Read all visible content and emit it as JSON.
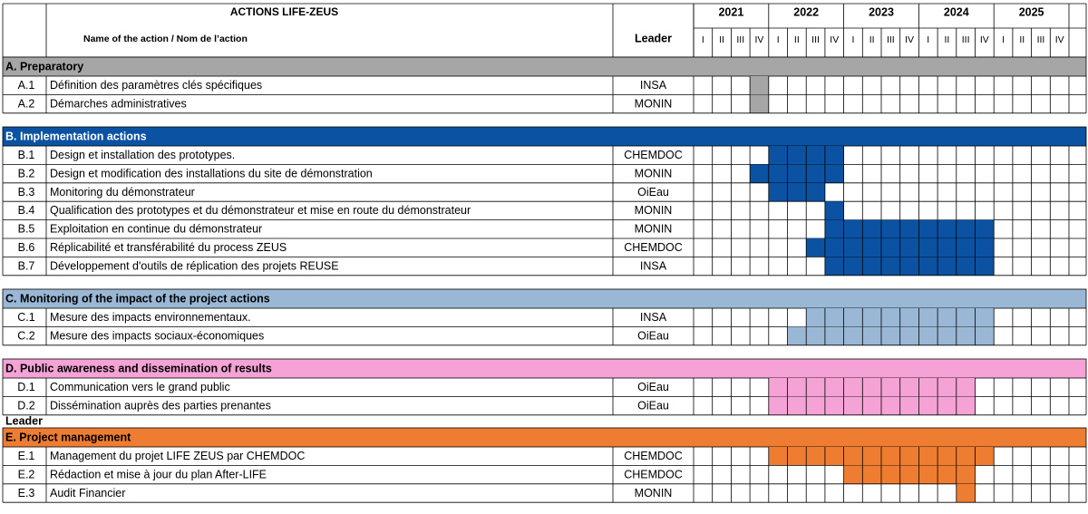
{
  "chart_data": {
    "type": "table",
    "title": "ACTIONS LIFE-ZEUS",
    "name_header": "Name of the action / Nom de l’action",
    "leader_header": "Leader",
    "years": [
      "2021",
      "2022",
      "2023",
      "2024",
      "2025"
    ],
    "quarter_labels": [
      "I",
      "II",
      "III",
      "IV"
    ],
    "stray_label": "Leader",
    "sections": [
      {
        "title": "A. Preparatory",
        "color": "#a6a6a6",
        "title_color": "#000000",
        "rows": [
          {
            "code": "A.1",
            "name": "Définition des paramètres clés spécifiques",
            "leader": "INSA",
            "spans": [
              [
                3,
                3
              ]
            ]
          },
          {
            "code": "A.2",
            "name": "Démarches administratives",
            "leader": "MONIN",
            "spans": [
              [
                3,
                3
              ]
            ]
          }
        ]
      },
      {
        "title": "B. Implementation actions",
        "color": "#0b52a3",
        "title_color": "#ffffff",
        "rows": [
          {
            "code": "B.1",
            "name": "Design et installation des prototypes.",
            "leader": "CHEMDOC",
            "spans": [
              [
                4,
                7
              ]
            ]
          },
          {
            "code": "B.2",
            "name": "Design et modification des installations du site de démonstration",
            "leader": "MONIN",
            "spans": [
              [
                3,
                7
              ]
            ]
          },
          {
            "code": "B.3",
            "name": "Monitoring du démonstrateur",
            "leader": "OiEau",
            "spans": [
              [
                4,
                6
              ]
            ]
          },
          {
            "code": "B.4",
            "name": "Qualification des prototypes et du démonstrateur et mise en route du démonstrateur",
            "leader": "MONIN",
            "spans": [
              [
                7,
                7
              ]
            ]
          },
          {
            "code": "B.5",
            "name": "Exploitation en continue du démonstrateur",
            "leader": "MONIN",
            "spans": [
              [
                7,
                15
              ]
            ]
          },
          {
            "code": "B.6",
            "name": "Réplicabilité et transférabilité du process ZEUS",
            "leader": "CHEMDOC",
            "spans": [
              [
                6,
                15
              ]
            ]
          },
          {
            "code": "B.7",
            "name": "Développement d'outils de réplication des projets REUSE",
            "leader": "INSA",
            "spans": [
              [
                7,
                15
              ]
            ]
          }
        ]
      },
      {
        "title": "C. Monitoring of the impact of the project actions",
        "color": "#9ab8d6",
        "title_color": "#000000",
        "rows": [
          {
            "code": "C.1",
            "name": "Mesure des impacts environnementaux.",
            "leader": "INSA",
            "spans": [
              [
                6,
                15
              ]
            ]
          },
          {
            "code": "C.2",
            "name": "Mesure des impacts sociaux-économiques",
            "leader": "OiEau",
            "spans": [
              [
                5,
                15
              ]
            ]
          }
        ]
      },
      {
        "title": "D. Public awareness and dissemination of results",
        "color": "#f5a3d6",
        "title_color": "#000000",
        "rows": [
          {
            "code": "D.1",
            "name": "Communication vers le grand public",
            "leader": "OiEau",
            "spans": [
              [
                4,
                14
              ]
            ]
          },
          {
            "code": "D.2",
            "name": "Dissémination auprès des parties prenantes",
            "leader": "OiEau",
            "spans": [
              [
                4,
                14
              ]
            ]
          }
        ]
      },
      {
        "title": "E. Project management",
        "color": "#ef7d31",
        "title_color": "#000000",
        "rows": [
          {
            "code": "E.1",
            "name": "Management du projet LIFE ZEUS par CHEMDOC",
            "leader": "CHEMDOC",
            "spans": [
              [
                4,
                15
              ]
            ]
          },
          {
            "code": "E.2",
            "name": "Rédaction et mise à jour du plan After-LIFE",
            "leader": "CHEMDOC",
            "spans": [
              [
                8,
                14
              ]
            ]
          },
          {
            "code": "E.3",
            "name": "Audit Financier",
            "leader": "MONIN",
            "spans": [
              [
                14,
                14
              ]
            ]
          }
        ]
      }
    ]
  }
}
